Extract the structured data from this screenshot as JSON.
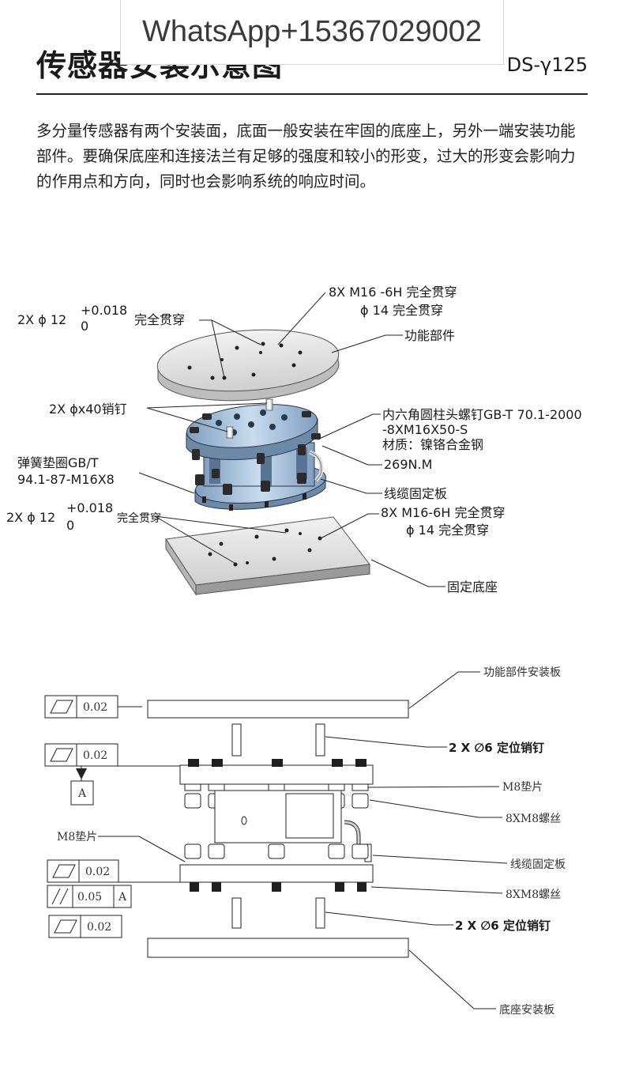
{
  "header": {
    "title": "传感器安装示意图",
    "model": "DS-γ125"
  },
  "watermark": "WhatsApp+15367029002",
  "intro": "多分量传感器有两个安装面，底面一般安装在牢固的底座上，另外一端安装功能部件。要确保底座和连接法兰有足够的强度和较小的形变，过大的形变会影响力的作用点和方向，同时也会影响系统的响应时间。",
  "exploded_view": {
    "top_threads": [
      "8X  M16  -6H  完全贯穿",
      "ϕ 14 完全贯穿"
    ],
    "top_pin_holes": {
      "qty": "2X ϕ 12",
      "tol_upper": "+0.018",
      "tol_lower": "0",
      "through": "完全贯穿"
    },
    "functional_part": "功能部件",
    "dowel_pins": "2X ϕx40销钉",
    "screw_spec": [
      "内六角圆柱头螺钉GB-T 70.1-2000",
      "-8XM16X50-S",
      "材质：镍铬合金钢"
    ],
    "torque": "269N.M",
    "spring_washer": [
      "弹簧垫圈GB/T",
      "94.1-87-M16X8"
    ],
    "cable_plate": "线缆固定板",
    "bottom_pin_holes": {
      "qty": "2X ϕ 12",
      "tol_upper": "+0.018",
      "tol_lower": "0",
      "through": "完全贯穿"
    },
    "bottom_threads": [
      "8X  M16-6H 完全贯穿",
      "ϕ  14 完全贯穿"
    ],
    "fixed_base": "固定底座"
  },
  "side_view": {
    "func_plate": "功能部件安装板",
    "flatness_1": "0.02",
    "flatness_2": "0.02",
    "datum": "A",
    "pins_top": "2 X ∅6 定位销钉",
    "washer_top": "M8垫片",
    "screws_top": "8XM8螺丝",
    "washer_left": "M8垫片",
    "cable_plate": "线缆固定板",
    "flatness_3": "0.02",
    "parallel_value": "0.05",
    "parallel_datum": "A",
    "screws_bottom": "8XM8螺丝",
    "flatness_4": "0.02",
    "pins_bottom": "2 X ∅6 定位销钉",
    "base_plate": "底座安装板"
  },
  "colors": {
    "plate": "#e6e6e6",
    "sensor_blue": "#9fbcd8",
    "bolt": "#333333"
  }
}
